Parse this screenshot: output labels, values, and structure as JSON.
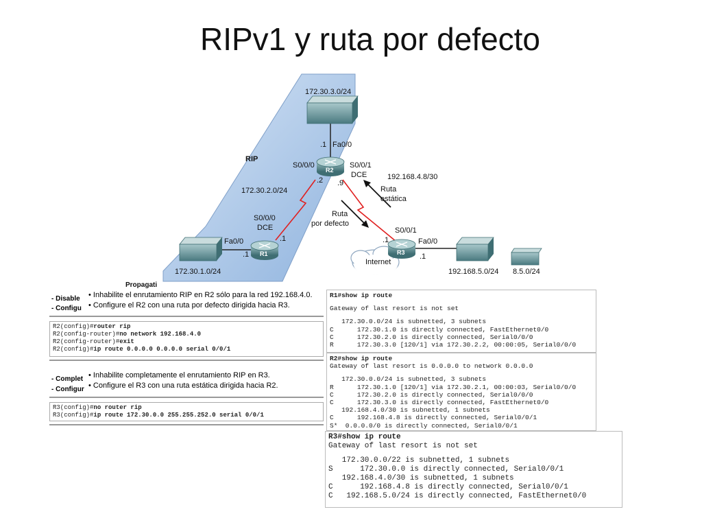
{
  "title": "RIPv1 y ruta por defecto",
  "topology": {
    "rip_label": "RIP",
    "net_r2_lan": "172.30.3.0/24",
    "r2_fa_ip": ".1",
    "r2_fa_port": "Fa0/0",
    "r2_s000": "S0/0/0",
    "r2_s001": "S0/0/1",
    "r2_dce": "DCE",
    "r2_name": "R2",
    "r2_s000_ip": ".2",
    "r2_s001_ip": ".9",
    "wan_r1_r2": "172.30.2.0/24",
    "wan_r2_r3": "192.168.4.8/30",
    "static_route_1": "Ruta",
    "static_route_2": "estática",
    "default_route_1": "Ruta",
    "default_route_2": "por defecto",
    "r1_s000": "S0/0/0",
    "r1_dce": "DCE",
    "r1_s000_ip": ".1",
    "r1_fa_port": "Fa0/0",
    "r1_fa_ip": ".1",
    "r1_name": "R1",
    "net_r1_lan": "172.30.1.0/24",
    "r3_s001": "S0/0/1",
    "r3_s001_ip": ".1",
    "r3_fa_port": "Fa0/0",
    "r3_fa_ip": ".1",
    "r3_name": "R3",
    "internet": "Internet",
    "net_r3_lan": "192.168.5.0/24",
    "net_r3_lan_cut": "8.5.0/24",
    "propagate_cut": "Propagati"
  },
  "notes": {
    "r2_prefix_1": "- Disable",
    "r2_prefix_2": "- Configu",
    "r2_bullet_1": "• Inhabilite el enrutamiento RIP en R2 sólo para la red 192.168.4.0.",
    "r2_bullet_2": "• Configure el R2 con una ruta por defecto dirigida hacia R3.",
    "r3_prefix_1": "- Complet",
    "r3_prefix_2": "- Configur",
    "r3_bullet_1": "• Inhabilite completamente el enrutamiento RIP en R3.",
    "r3_bullet_2": "• Configure el R3 con una ruta estática dirigida hacia R2."
  },
  "r2_config": [
    {
      "prompt": "R2(config)#",
      "cmd": "router rip"
    },
    {
      "prompt": "R2(config-router)#",
      "cmd": "no network 192.168.4.0"
    },
    {
      "prompt": "R2(config-router)#",
      "cmd": "exit"
    },
    {
      "prompt": "R2(config)#",
      "cmd": "ip route 0.0.0.0 0.0.0.0 serial 0/0/1"
    }
  ],
  "r3_config": [
    {
      "prompt": "R3(config)#",
      "cmd": "no router rip"
    },
    {
      "prompt": "R3(config)#",
      "cmd": "ip route 172.30.0.0 255.255.252.0 serial 0/0/1"
    }
  ],
  "r1_route": {
    "cmd": "R1#show ip route",
    "gateway": "Gateway of last resort is not set",
    "lines": [
      "   172.30.0.0/24 is subnetted, 3 subnets",
      "C      172.30.1.0 is directly connected, FastEthernet0/0",
      "C      172.30.2.0 is directly connected, Serial0/0/0",
      "R      172.30.3.0 [120/1] via 172.30.2.2, 00:00:05, Serial0/0/0"
    ]
  },
  "r2_route": {
    "cmd": "R2#show ip route",
    "gateway": "Gateway of last resort is 0.0.0.0 to network 0.0.0.0",
    "lines": [
      "   172.30.0.0/24 is subnetted, 3 subnets",
      "R      172.30.1.0 [120/1] via 172.30.2.1, 00:00:03, Serial0/0/0",
      "C      172.30.2.0 is directly connected, Serial0/0/0",
      "C      172.30.3.0 is directly connected, FastEthernet0/0",
      "   192.168.4.0/30 is subnetted, 1 subnets",
      "C      192.168.4.8 is directly connected, Serial0/0/1",
      "S*  0.0.0.0/0 is directly connected, Serial0/0/1"
    ]
  },
  "r3_route": {
    "cmd": "R3#show ip route",
    "gateway": "Gateway of last resort is not set",
    "lines": [
      "   172.30.0.0/22 is subnetted, 1 subnets",
      "S      172.30.0.0 is directly connected, Serial0/0/1",
      "   192.168.4.0/30 is subnetted, 1 subnets",
      "C      192.168.4.8 is directly connected, Serial0/0/1",
      "C   192.168.5.0/24 is directly connected, FastEthernet0/0"
    ]
  },
  "colors": {
    "rip_area": "#a9c6e8",
    "router": "#5f8e92",
    "switch": "#6e9aa0",
    "serial_link": "#e02020",
    "ethernet_link": "#222222"
  }
}
